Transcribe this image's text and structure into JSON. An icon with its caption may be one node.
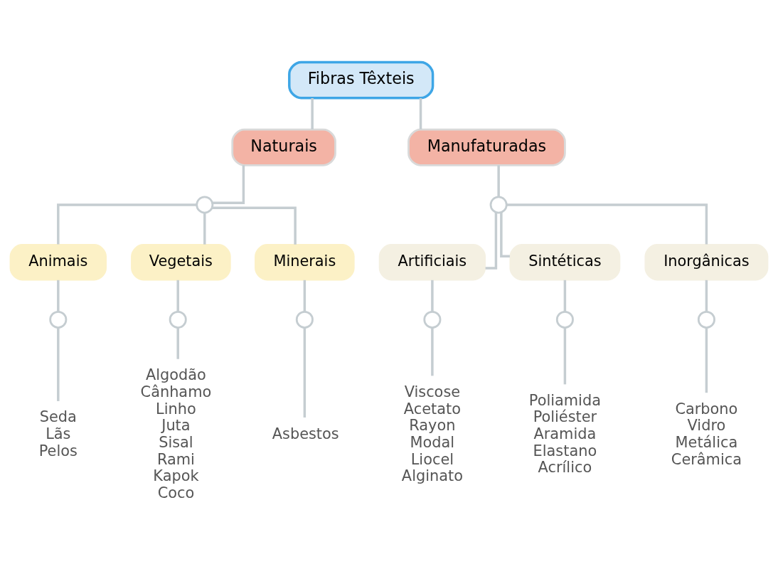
{
  "diagram": {
    "nodes": [
      {
        "text": [
          "Fibras Têxteis"
        ]
      },
      {
        "text": [
          "Naturais"
        ]
      },
      {
        "text": [
          "Manufaturadas"
        ]
      },
      {
        "text": [],
        "shape": "circle"
      },
      {
        "text": [],
        "shape": "circle"
      },
      {
        "text": [
          "Animais"
        ]
      },
      {
        "text": [
          "Vegetais"
        ]
      },
      {
        "text": [
          "Minerais"
        ]
      },
      {
        "text": [
          "Artificiais"
        ]
      },
      {
        "text": [
          "Sintéticas"
        ]
      },
      {
        "text": [
          "Inorgânicas"
        ]
      },
      {
        "text": [],
        "shape": "circle"
      },
      {
        "text": [],
        "shape": "circle"
      },
      {
        "text": [],
        "shape": "circle"
      },
      {
        "text": [],
        "shape": "circle"
      },
      {
        "text": [],
        "shape": "circle"
      },
      {
        "text": [],
        "shape": "circle"
      },
      {
        "text": [
          "Seda",
          "Lãs",
          "Pelos"
        ]
      },
      {
        "text": [
          "Algodão",
          "Cânhamo",
          "Linho",
          "Juta",
          "Sisal",
          "Rami",
          "Kapok",
          "Coco"
        ]
      },
      {
        "text": [
          "Asbestos"
        ]
      },
      {
        "text": [
          "Viscose",
          "Acetato",
          "Rayon",
          "Modal",
          "Liocel",
          "Alginato"
        ]
      },
      {
        "text": [
          "Poliamida",
          "Poliéster",
          "Aramida",
          "Elastano",
          "Acrílico"
        ]
      },
      {
        "text": [
          "Carbono",
          "Vidro",
          "Metálica",
          "Cerâmica"
        ]
      }
    ],
    "edges": [
      {
        "from": 0,
        "to": 1,
        "arrow": "none"
      },
      {
        "from": 0,
        "to": 2,
        "arrow": "none"
      },
      {
        "from": 1,
        "to": 3,
        "arrow": "none"
      },
      {
        "from": 2,
        "to": 4,
        "arrow": "none"
      },
      {
        "from": 3,
        "to": 5,
        "arrow": "none"
      },
      {
        "from": 3,
        "to": 6,
        "arrow": "none"
      },
      {
        "from": 3,
        "to": 7,
        "arrow": "none"
      },
      {
        "from": 4,
        "to": 8,
        "arrow": "none"
      },
      {
        "from": 4,
        "to": 9,
        "arrow": "none"
      },
      {
        "from": 4,
        "to": 10,
        "arrow": "none"
      },
      {
        "from": 5,
        "to": 11,
        "arrow": "none"
      },
      {
        "from": 6,
        "to": 12,
        "arrow": "none"
      },
      {
        "from": 7,
        "to": 13,
        "arrow": "none"
      },
      {
        "from": 8,
        "to": 14,
        "arrow": "none"
      },
      {
        "from": 9,
        "to": 15,
        "arrow": "none"
      },
      {
        "from": 10,
        "to": 16,
        "arrow": "none"
      },
      {
        "from": 11,
        "to": 17,
        "arrow": "none"
      },
      {
        "from": 12,
        "to": 18,
        "arrow": "none"
      },
      {
        "from": 13,
        "to": 19,
        "arrow": "none"
      },
      {
        "from": 14,
        "to": 20,
        "arrow": "none"
      },
      {
        "from": 15,
        "to": 21,
        "arrow": "none"
      },
      {
        "from": 16,
        "to": 22,
        "arrow": "none"
      }
    ]
  }
}
